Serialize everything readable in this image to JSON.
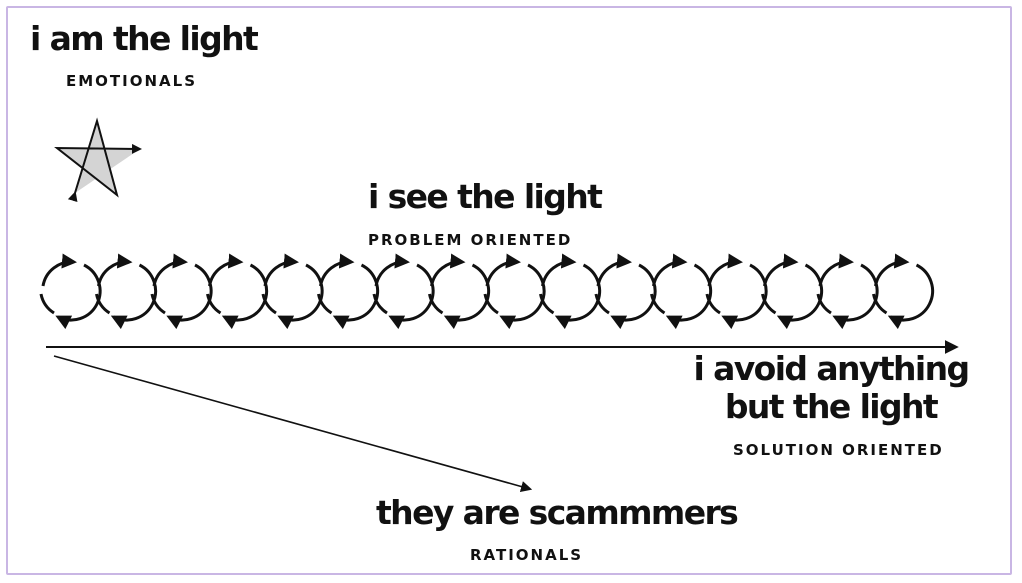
{
  "levels": [
    {
      "heading": "i am the light",
      "subheading": "EMOTIONALS"
    },
    {
      "heading": "i see the light",
      "subheading": "PROBLEM ORIENTED"
    },
    {
      "heading": "i avoid anything but the light",
      "subheading": "SOLUTION ORIENTED"
    },
    {
      "heading": "they are scammmers",
      "subheading": "RATIONALS"
    }
  ],
  "icons": [
    "star-icon",
    "cycle-loop-icon",
    "arrow-right-icon"
  ],
  "colors": {
    "ink": "#111111",
    "frame": "#c9b6e4",
    "star_fill": "#d4d4d4"
  },
  "loop_count": 16
}
